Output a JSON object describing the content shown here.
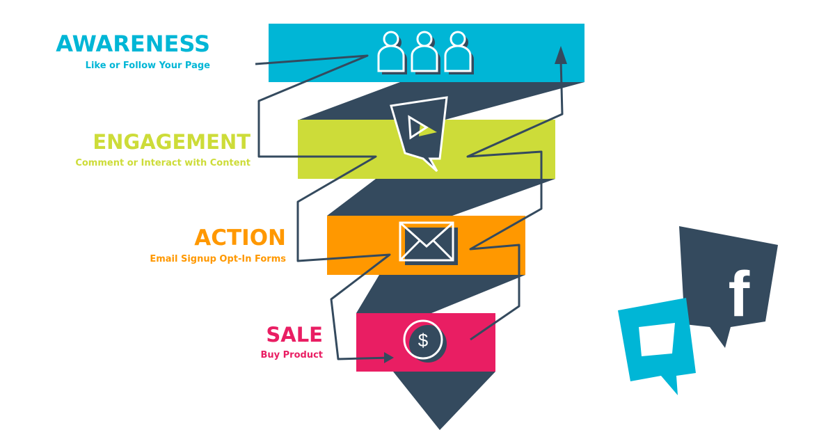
{
  "colors": {
    "awareness": "#00b6d6",
    "engagement": "#cddc39",
    "action": "#ff9800",
    "sale": "#e91e63",
    "dark": "#344a5e",
    "background": "#ffffff"
  },
  "stages": [
    {
      "key": "awareness",
      "title": "AWARENESS",
      "subtitle": "Like or Follow Your Page",
      "icon": "people-icon"
    },
    {
      "key": "engagement",
      "title": "ENGAGEMENT",
      "subtitle": "Comment or Interact with Content",
      "icon": "video-chat-icon"
    },
    {
      "key": "action",
      "title": "ACTION",
      "subtitle": "Email Signup Opt-In Forms",
      "icon": "envelope-icon"
    },
    {
      "key": "sale",
      "title": "SALE",
      "subtitle": "Buy Product",
      "icon": "dollar-coin-icon"
    }
  ],
  "social": {
    "facebook_letter": "f",
    "icons": [
      "facebook-speech-bubble-icon",
      "chat-bubble-icon"
    ]
  }
}
